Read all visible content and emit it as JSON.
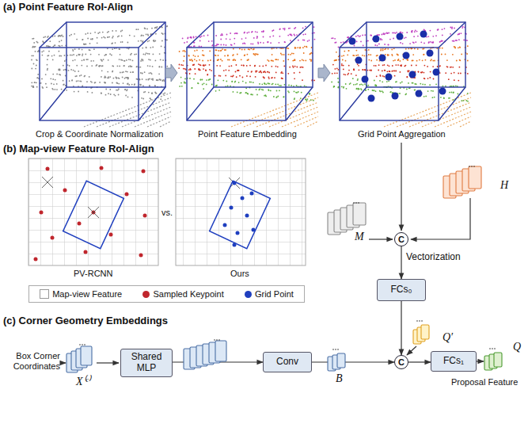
{
  "diagram": {
    "nodes": [
      {
        "text": [
          "C"
        ]
      },
      {
        "text": [
          "FCs₀"
        ]
      },
      {
        "text": [
          "Shared MLP"
        ]
      },
      {
        "text": [
          "Conv"
        ]
      },
      {
        "text": [
          "C"
        ]
      },
      {
        "text": [
          "FCs₁"
        ]
      }
    ],
    "edges": [
      {
        "from": 0,
        "to": 1,
        "arrow": "to"
      },
      {
        "from": 1,
        "to": 4,
        "arrow": "to"
      },
      {
        "from": 2,
        "to": 3,
        "arrow": "to"
      },
      {
        "from": 3,
        "to": 4,
        "arrow": "to"
      },
      {
        "from": 4,
        "to": 5,
        "arrow": "to"
      }
    ],
    "labels": [
      "(a) Point Feature RoI-Align",
      "Crop & Coordinate Normalization",
      "Point Feature Embedding",
      "Grid Point Aggregation",
      "(b) Map-view Feature RoI-Align",
      "PV-RCNN",
      "vs.",
      "Ours",
      "M",
      "H",
      "Vectorization",
      "Q′",
      "(c) Corner Geometry Embeddings",
      "Box Corner Coordinates",
      "X⁽ᶜ⁾",
      "B",
      "Q",
      "Proposal Feature"
    ],
    "legend": [
      {
        "text": "Map-view Feature"
      },
      {
        "text": "Sampled Keypoint",
        "color": "#c0262d"
      },
      {
        "text": "Grid Point",
        "color": "#1f3fbf"
      }
    ]
  }
}
